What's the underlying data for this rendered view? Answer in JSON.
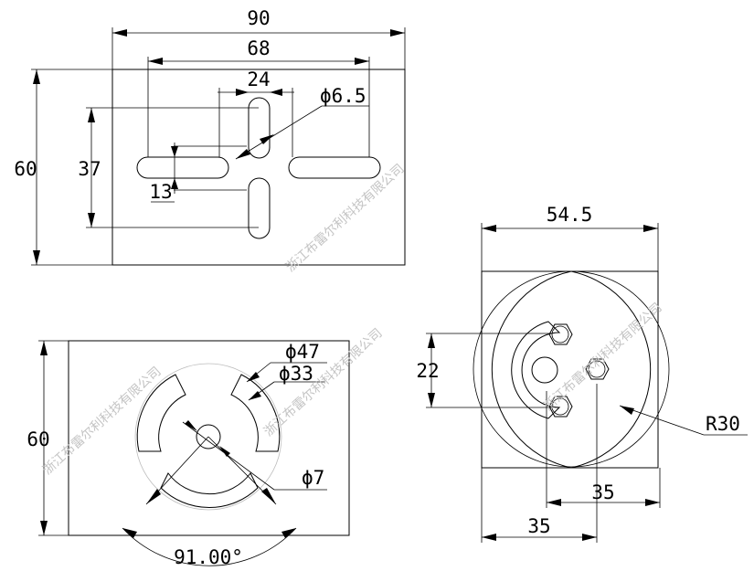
{
  "views": {
    "top": {
      "dims": {
        "width": "90",
        "slot_span": "68",
        "slot_gap": "24",
        "hole": "ϕ6.5",
        "height": "60",
        "slot_vspan": "37",
        "slot_width": "13"
      }
    },
    "bottom": {
      "dims": {
        "height": "60",
        "outer_dia": "ϕ47",
        "mid_dia": "ϕ33",
        "center_hole": "ϕ7",
        "angle": "91.00°"
      }
    },
    "right": {
      "dims": {
        "width": "54.5",
        "spacing": "22",
        "radius": "R30",
        "offset_a": "35",
        "offset_b": "35"
      }
    }
  },
  "watermark": "浙江布雷尔利科技有限公司"
}
